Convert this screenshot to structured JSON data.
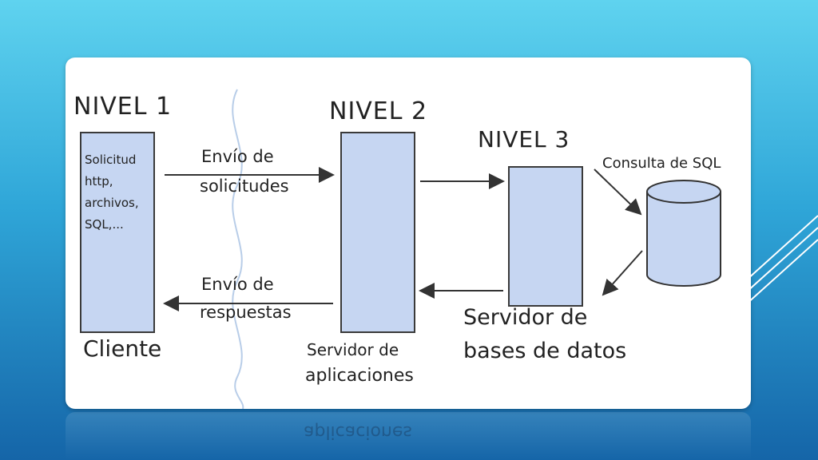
{
  "diagram": {
    "level1": {
      "title": "NIVEL 1",
      "box_lines": [
        "Solicitud",
        "http,",
        "archivos,",
        "SQL,..."
      ],
      "caption": "Cliente"
    },
    "level2": {
      "title": "NIVEL 2",
      "caption_line1": "Servidor de",
      "caption_line2": "aplicaciones"
    },
    "level3": {
      "title": "NIVEL 3",
      "caption_line1": "Servidor de",
      "caption_line2": "bases de datos"
    },
    "arrow_top": {
      "line1": "Envío de",
      "line2": "solicitudes"
    },
    "arrow_bottom": {
      "line1": "Envío de",
      "line2": "respuestas"
    },
    "db_label": "Consulta de SQL"
  },
  "colors": {
    "box_fill": "#c6d6f2",
    "background_top": "#5fd3ef",
    "background_bottom": "#1565a8"
  }
}
